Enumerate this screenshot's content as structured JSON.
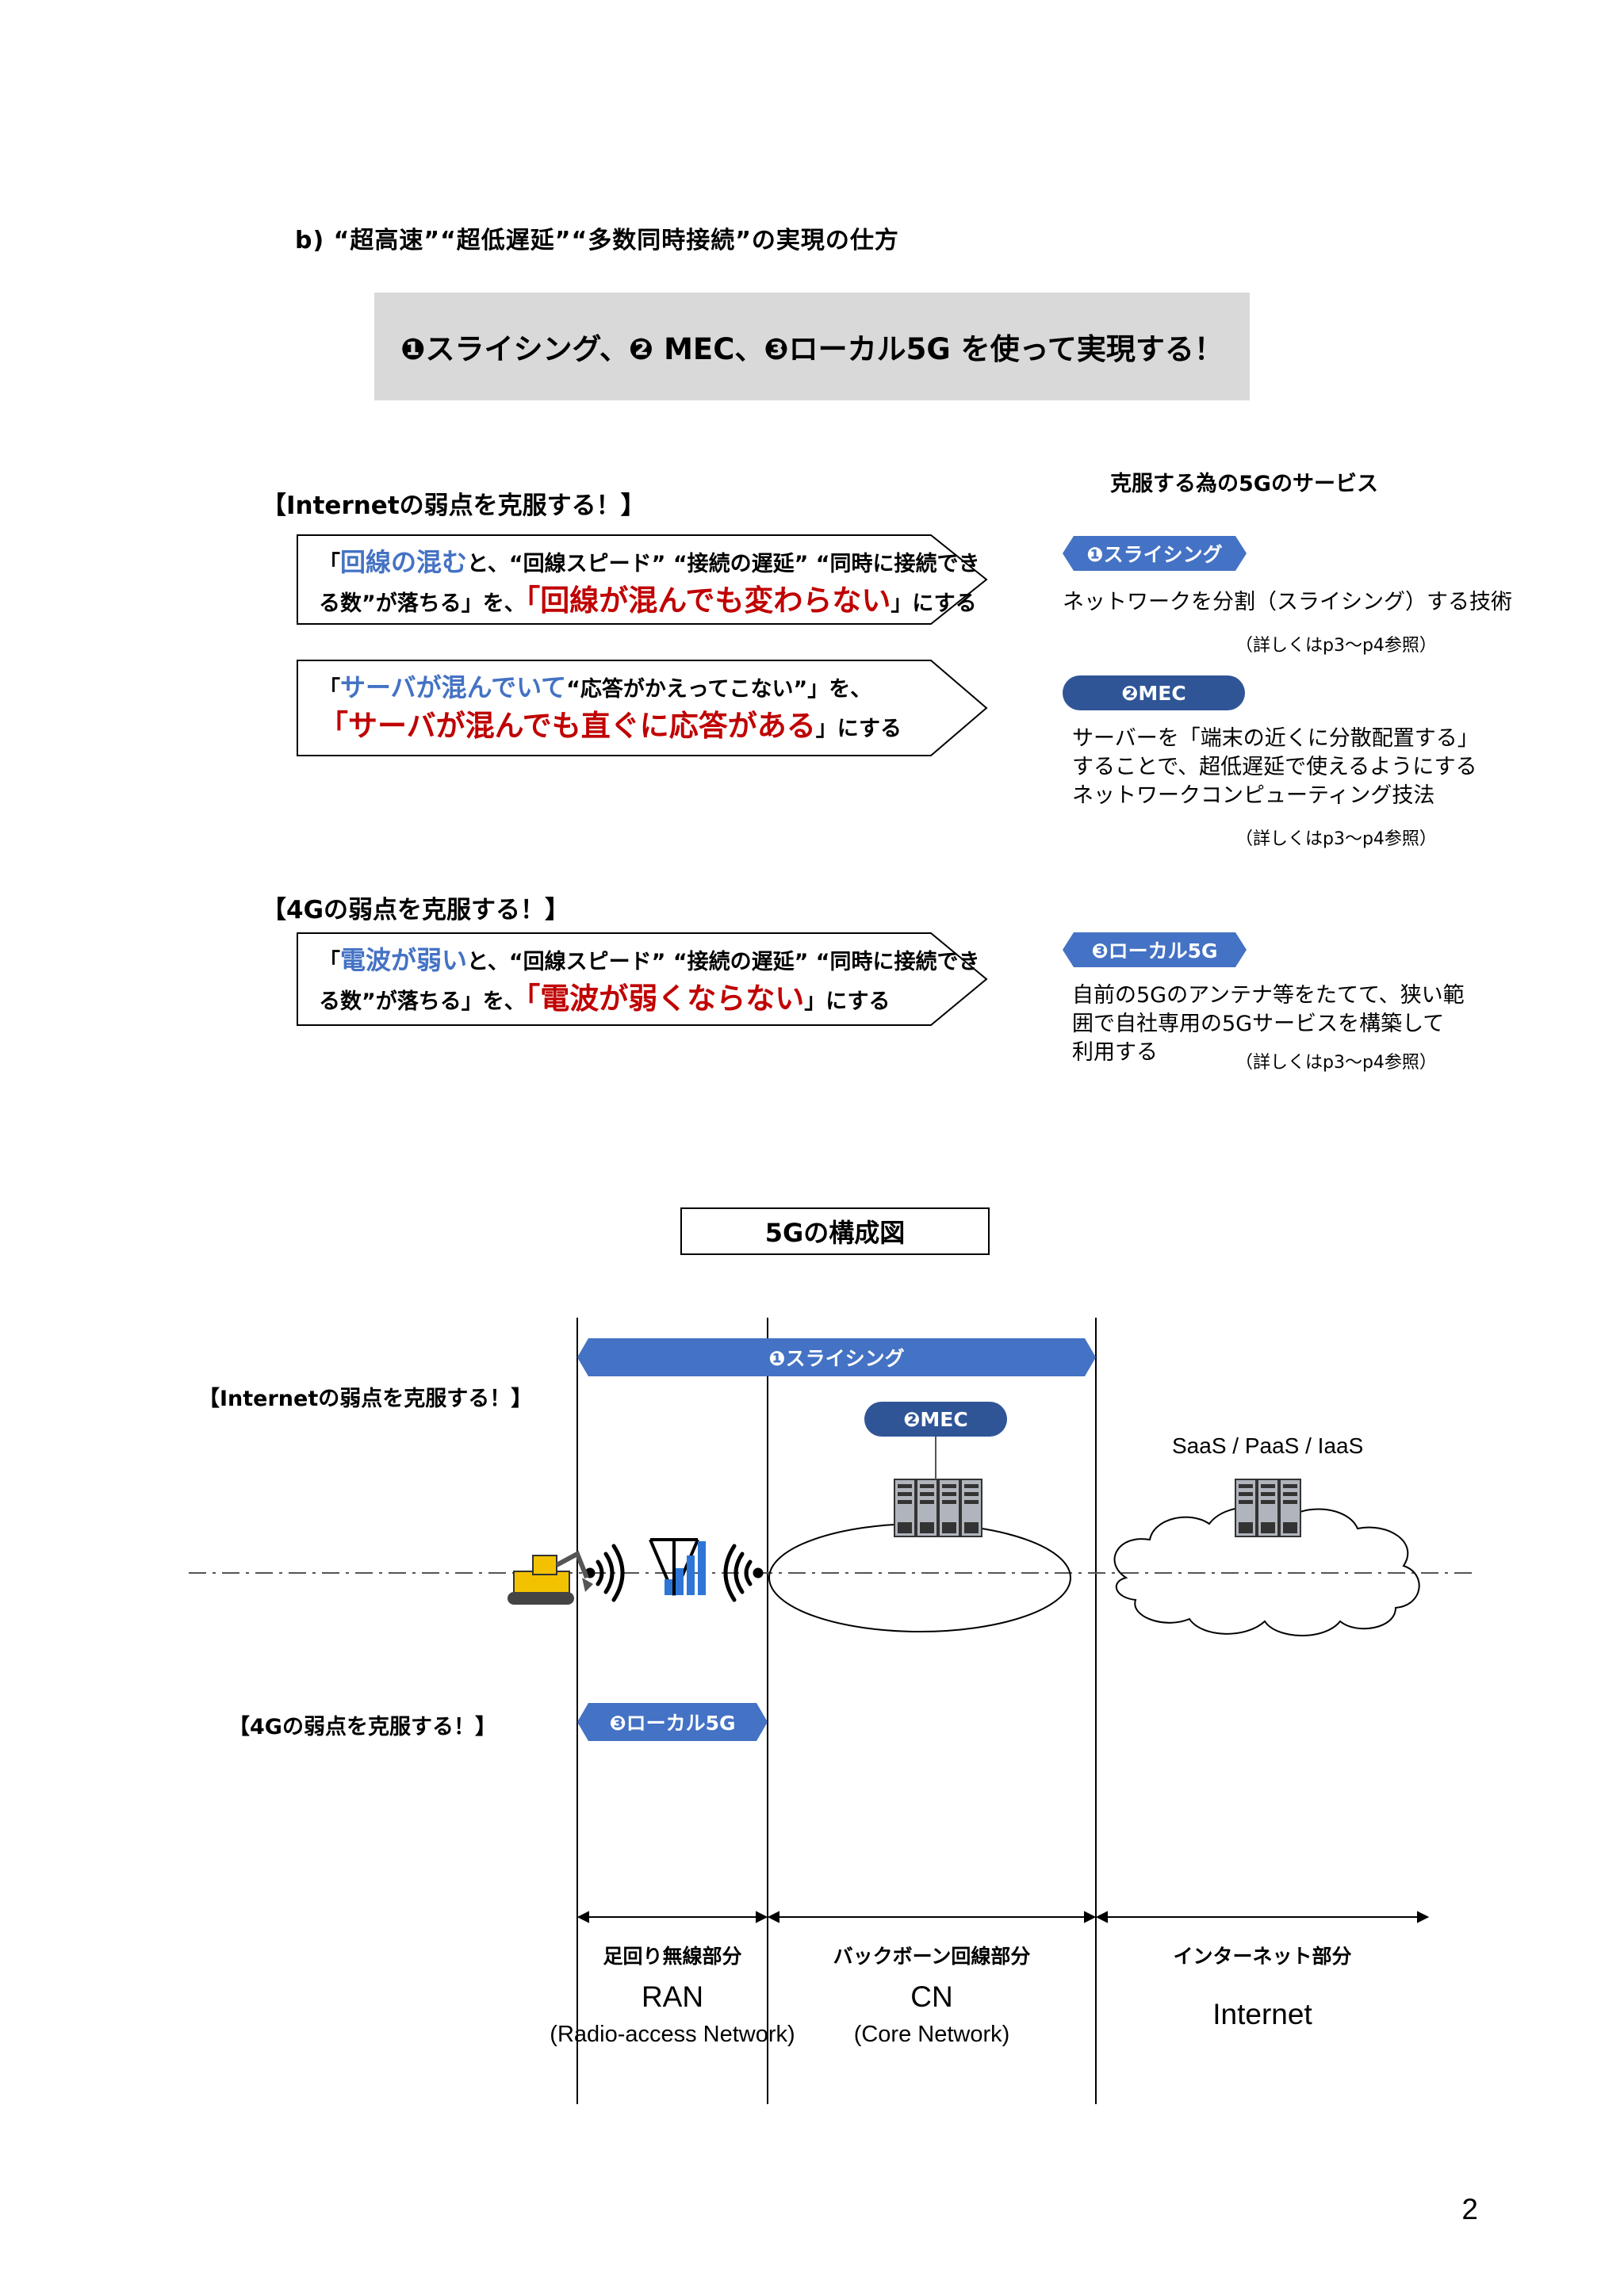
{
  "section": {
    "heading": "b) “超高速”“超低遅延”“多数同時接続”の実現の仕方",
    "banner": "❶スライシング、❷ MEC、❸ローカル5G を使って実現する！"
  },
  "services_header": "克服する為の5Gのサービス",
  "internet_section": {
    "heading": "【Internetの弱点を克服する！】",
    "box1": {
      "line1_pre": "「",
      "line1_blue": "回線の混む",
      "line1_post": "と、“回線スピード” “接続の遅延” “同時に接続でき",
      "line2_pre": "る数”が落ちる」を、",
      "line2_red": "「回線が混んでも変わらない",
      "line2_post": "」にする"
    },
    "box2": {
      "line1_pre": "「",
      "line1_blue": "サーバが混んでいて",
      "line1_post": "“応答がかえってこない”」を、",
      "line2_red": "「サーバが混んでも直ぐに応答がある",
      "line2_post": "」にする"
    }
  },
  "fourg_section": {
    "heading": "【4Gの弱点を克服する！】",
    "box3": {
      "line1_pre": "「",
      "line1_blue": "電波が弱い",
      "line1_post": "と、“回線スピード” “接続の遅延” “同時に接続でき",
      "line2_pre": "る数”が落ちる」を、",
      "line2_red": "「電波が弱くならない",
      "line2_post": "」にする"
    }
  },
  "services": [
    {
      "label": "❶スライシング",
      "desc": [
        "ネットワークを分割（スライシング）する技術"
      ],
      "ref": "（詳しくはp3～p4参照）"
    },
    {
      "label": "❷MEC",
      "desc": [
        "サーバーを「端末の近くに分散配置する」",
        "することで、超低遅延で使えるようにする",
        "ネットワークコンピューティング技法"
      ],
      "ref": "（詳しくはp3～p4参照）"
    },
    {
      "label": "❸ローカル5G",
      "desc": [
        "自前の5Gのアンテナ等をたてて、狭い範",
        "囲で自社専用の5Gサービスを構築して",
        "利用する"
      ],
      "ref": "（詳しくはp3～p4参照）"
    }
  ],
  "diagram": {
    "title": "5Gの構成図",
    "slicing_label": "❶スライシング",
    "mec_label": "❷MEC",
    "local5g_label": "❸ローカル5G",
    "internet_weak": "【Internetの弱点を克服する！】",
    "fourg_weak": "【4Gの弱点を克服する！】",
    "cloud_label": "SaaS / PaaS / IaaS",
    "segments": [
      {
        "label": "足回り無線部分",
        "big": "RAN",
        "sub": "(Radio-access Network)"
      },
      {
        "label": "バックボーン回線部分",
        "big": "CN",
        "sub": "(Core Network)"
      },
      {
        "label": "インターネット部分",
        "big": "Internet",
        "sub": ""
      }
    ]
  },
  "colors": {
    "blue_text": "#4472c4",
    "red_text": "#c00000",
    "pill_dark": "#2f5597",
    "pill_light": "#4472c4",
    "banner_bg": "#d9d9d9"
  },
  "page_number": "2"
}
